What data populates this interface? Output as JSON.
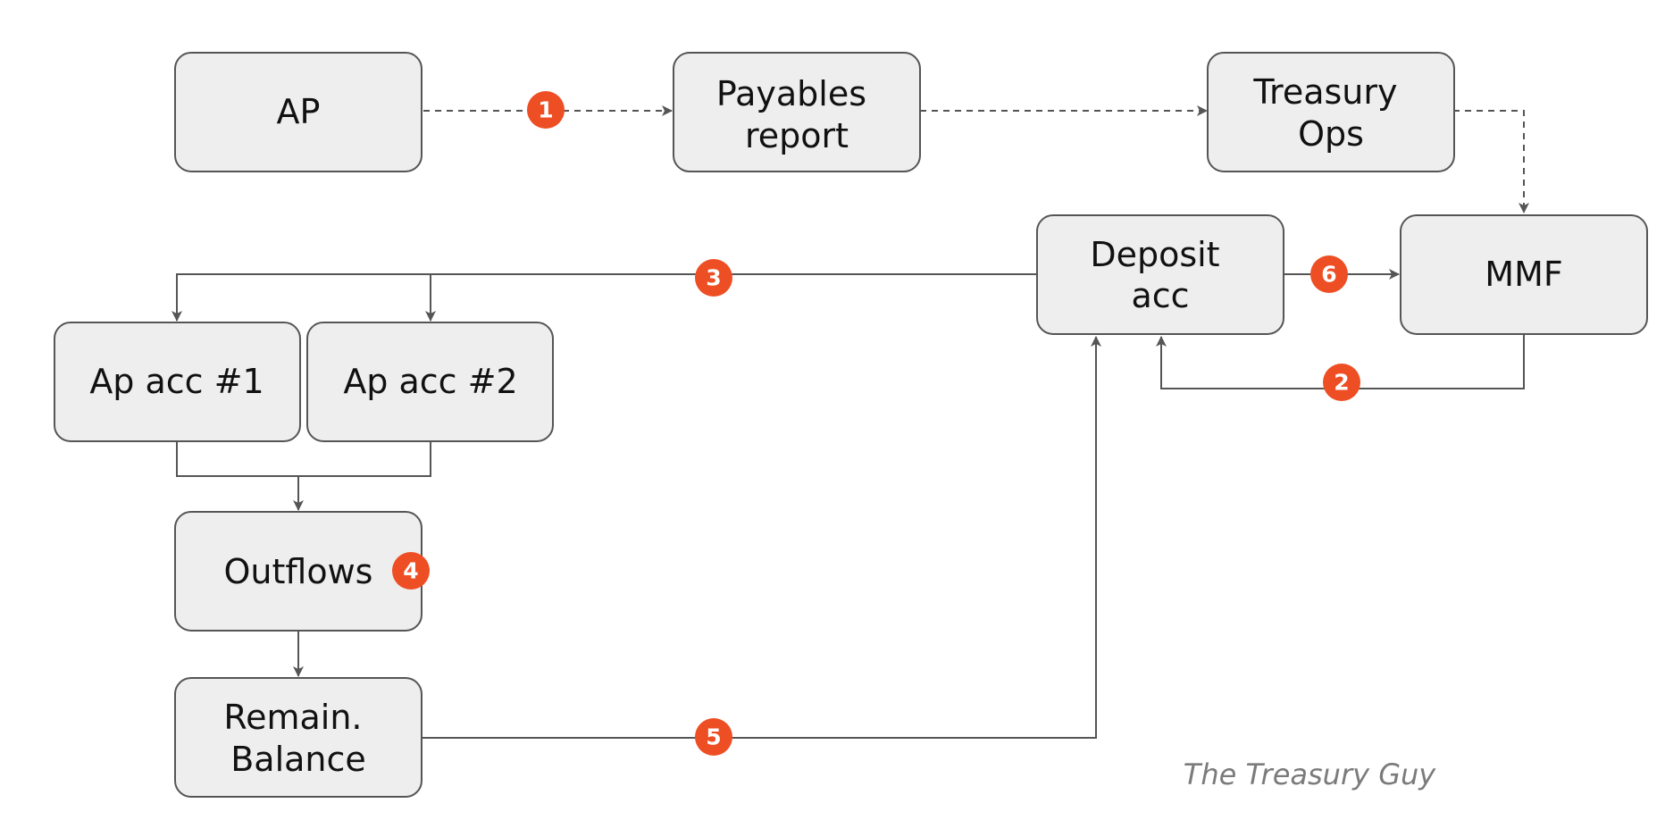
{
  "nodes": {
    "ap": {
      "lines": [
        "AP"
      ]
    },
    "payables_report": {
      "lines": [
        "Payables",
        "report"
      ]
    },
    "treasury_ops": {
      "lines": [
        "Treasury",
        "Ops"
      ]
    },
    "deposit_acc": {
      "lines": [
        "Deposit",
        "acc"
      ]
    },
    "mmf": {
      "lines": [
        "MMF"
      ]
    },
    "ap_acc_1": {
      "lines": [
        "Ap acc #1"
      ]
    },
    "ap_acc_2": {
      "lines": [
        "Ap acc #2"
      ]
    },
    "outflows": {
      "lines": [
        "Outflows"
      ]
    },
    "remain_balance": {
      "lines": [
        "Remain.",
        "Balance"
      ]
    }
  },
  "edges": [
    {
      "from": "ap",
      "to": "payables_report",
      "style": "dashed",
      "step": "1"
    },
    {
      "from": "payables_report",
      "to": "treasury_ops",
      "style": "dashed"
    },
    {
      "from": "treasury_ops",
      "to": "mmf",
      "style": "dashed"
    },
    {
      "from": "mmf",
      "to": "deposit_acc",
      "style": "solid",
      "step": "2"
    },
    {
      "from": "deposit_acc",
      "to": [
        "ap_acc_1",
        "ap_acc_2"
      ],
      "style": "solid",
      "step": "3"
    },
    {
      "from": [
        "ap_acc_1",
        "ap_acc_2"
      ],
      "to": "outflows",
      "style": "solid"
    },
    {
      "from": "outflows",
      "to": "remain_balance",
      "style": "solid"
    },
    {
      "from": "remain_balance",
      "to": "deposit_acc",
      "style": "solid",
      "step": "5"
    },
    {
      "from": "deposit_acc",
      "to": "mmf",
      "style": "solid",
      "step": "6"
    }
  ],
  "badges": {
    "step1": "1",
    "step2": "2",
    "step3": "3",
    "step4": "4",
    "step5": "5",
    "step6": "6"
  },
  "colors": {
    "badge": "#ee4e24",
    "node_fill": "#eeeeee",
    "node_stroke": "#555555",
    "edge": "#555555"
  },
  "watermark": "The Treasury Guy"
}
